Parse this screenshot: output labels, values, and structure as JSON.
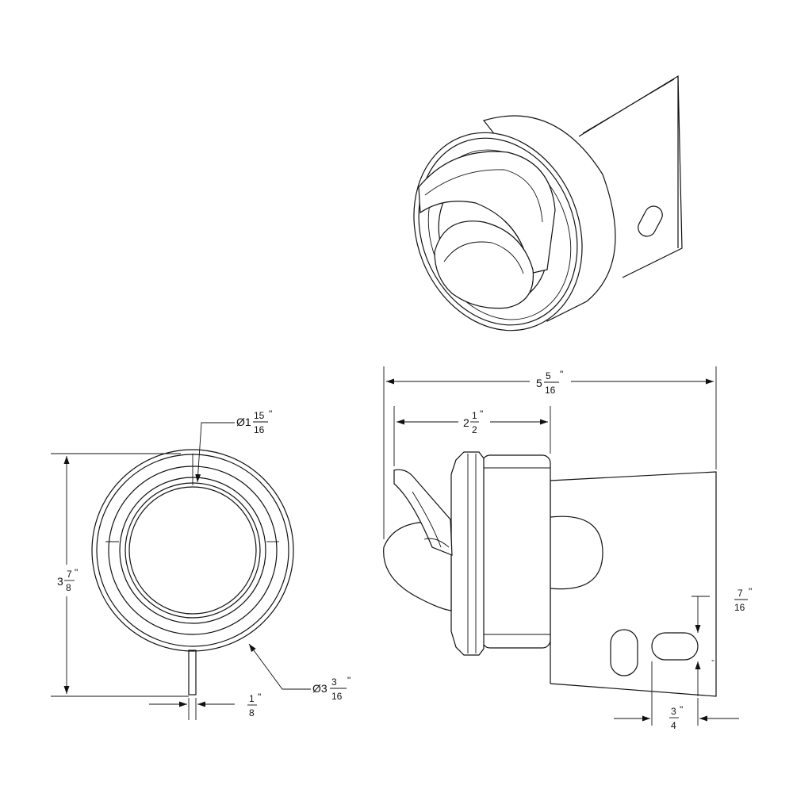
{
  "dimensions": {
    "overall_length": {
      "whole": "5",
      "num": "5",
      "den": "16",
      "unit": "\""
    },
    "body_length": {
      "whole": "2",
      "num": "1",
      "den": "2",
      "unit": "\""
    },
    "height": {
      "whole": "3",
      "num": "7",
      "den": "8",
      "unit": "\""
    },
    "lens_diameter": {
      "prefix": "Ø1",
      "num": "15",
      "den": "16",
      "unit": "\""
    },
    "body_diameter": {
      "prefix": "Ø3",
      "num": "3",
      "den": "16",
      "unit": "\""
    },
    "tab_thickness": {
      "num": "1",
      "den": "8",
      "unit": "\""
    },
    "slot_offset": {
      "num": "7",
      "den": "16",
      "unit": "\""
    },
    "slot_width": {
      "num": "3",
      "den": "4",
      "unit": "\""
    },
    "slot_tick": "-"
  }
}
